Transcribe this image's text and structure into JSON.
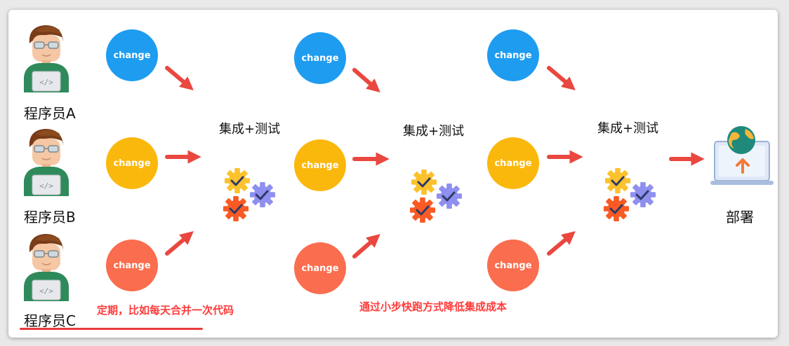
{
  "programmers": [
    {
      "label": "程序员A"
    },
    {
      "label": "程序员B"
    },
    {
      "label": "程序员C"
    }
  ],
  "change_label": "change",
  "stages": [
    {
      "title": "集成+测试"
    },
    {
      "title": "集成+测试"
    },
    {
      "title": "集成+测试"
    }
  ],
  "deploy_label": "部署",
  "annotations": {
    "schedule_note": "定期，比如每天合并一次代码",
    "cost_note": "通过小步快跑方式降低集成成本"
  },
  "colors": {
    "change_blue": "#1e9cf0",
    "change_yellow": "#fbb80c",
    "change_orange": "#fa6d4e",
    "arrow_red": "#e9473f",
    "gear_yellow": "#fcc22d",
    "gear_orange": "#fa5a23",
    "gear_purple": "#8f8ff0",
    "note_red": "#ff3b3b"
  },
  "icons": {
    "programmer": "programmer-avatar-icon",
    "gear_cluster": "gear-cluster-icon",
    "deploy": "laptop-globe-upload-icon"
  }
}
